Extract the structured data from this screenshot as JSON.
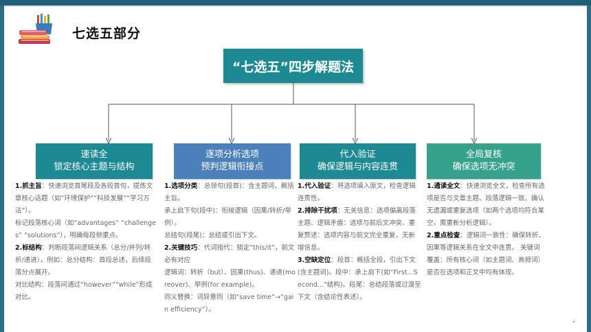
{
  "section_title": "七选五部分",
  "main_title": "“七选五”四步解题法",
  "logo": "books-and-pencils-logo",
  "colors": {
    "header_bar": "#1f5f78",
    "main_title": "#1d8a93",
    "step1": "#1d8a93",
    "step2": "#4b80ba",
    "step3": "#1d8a93",
    "step4": "#36a28c"
  },
  "steps": [
    {
      "title_line1": "速读全",
      "title_line2": "锁定核心主题与结构",
      "paragraphs": [
        {
          "lead": "1.抓主旨",
          "text": "：快速浏览首尾段及各段首句，提炼文章核心话题（如“环境保护”“科技发展”“学习方法”）。"
        },
        {
          "lead": "",
          "text": "标记段落核心词（如“advantages” “challenges” “solutions”），明确每段侧重点。"
        },
        {
          "lead": "2.标结构",
          "text": "：判断段落间逻辑关系（总分/并列/转折/递进），例如：总分结构：首段总述，后续段落分点展开。"
        },
        {
          "lead": "",
          "text": "对比结构：段落间通过“however”“while”形成对比。"
        }
      ]
    },
    {
      "title_line1": "逐项分析选项",
      "title_line2": "预判逻辑衔接点",
      "paragraphs": [
        {
          "lead": "1.选项分类",
          "text": "：总领句(段首)：含主题词，概括主旨。"
        },
        {
          "lead": "",
          "text": "承上启下句(段中)：衔接逻辑（因果/转折/举例）。"
        },
        {
          "lead": "",
          "text": "总结句(段尾)：总结或引出下文。"
        },
        {
          "lead": "2.关键技巧",
          "text": "：代词指代：锁定“this/it”，前文必有对应"
        },
        {
          "lead": "",
          "text": "逻辑词：转折（but）、因果(thus)、递进(moreover)、举例(for example)。"
        },
        {
          "lead": "",
          "text": "同义替换：词异意同（如“save time”→“gain efficiency”）。"
        }
      ]
    },
    {
      "title_line1": "代入验证",
      "title_line2": "确保逻辑与内容连贯",
      "paragraphs": [
        {
          "lead": "1.代入验证",
          "text": "：将选项填入原文，检查逻辑连贯性。"
        },
        {
          "lead": "2.排除干扰项",
          "text": "：无关信息：选项偏离段落主题、逻辑矛盾：选项与前后文冲突、重复赘述：选项内容与前文完全重复，无新增信息。"
        },
        {
          "lead": "3.空缺定位",
          "text": "：段首：概括全段，引出下文(含主题词)。段中：承上启下(如“First...Second...”结构)。段尾：总结段落或过渡至下文（含结论性表述）。"
        }
      ]
    },
    {
      "title_line1": "全局复核",
      "title_line2": "确保选项无冲突",
      "paragraphs": [
        {
          "lead": "1.通读全文",
          "text": "：快速浏览全文，检查所有选项是否与文章主题、段落逻辑一致、确认无遗漏或重复选项（如两个选项均符合某空，需重新分析逻辑）。"
        },
        {
          "lead": "2.重点检查",
          "text": "：逻辑词一致性：确保转折、因果等逻辑关系在全文中连贯。 关键词覆盖：所有核心词（如主题词、高频词）是否在选项和正文中均有体现。"
        }
      ]
    }
  ]
}
